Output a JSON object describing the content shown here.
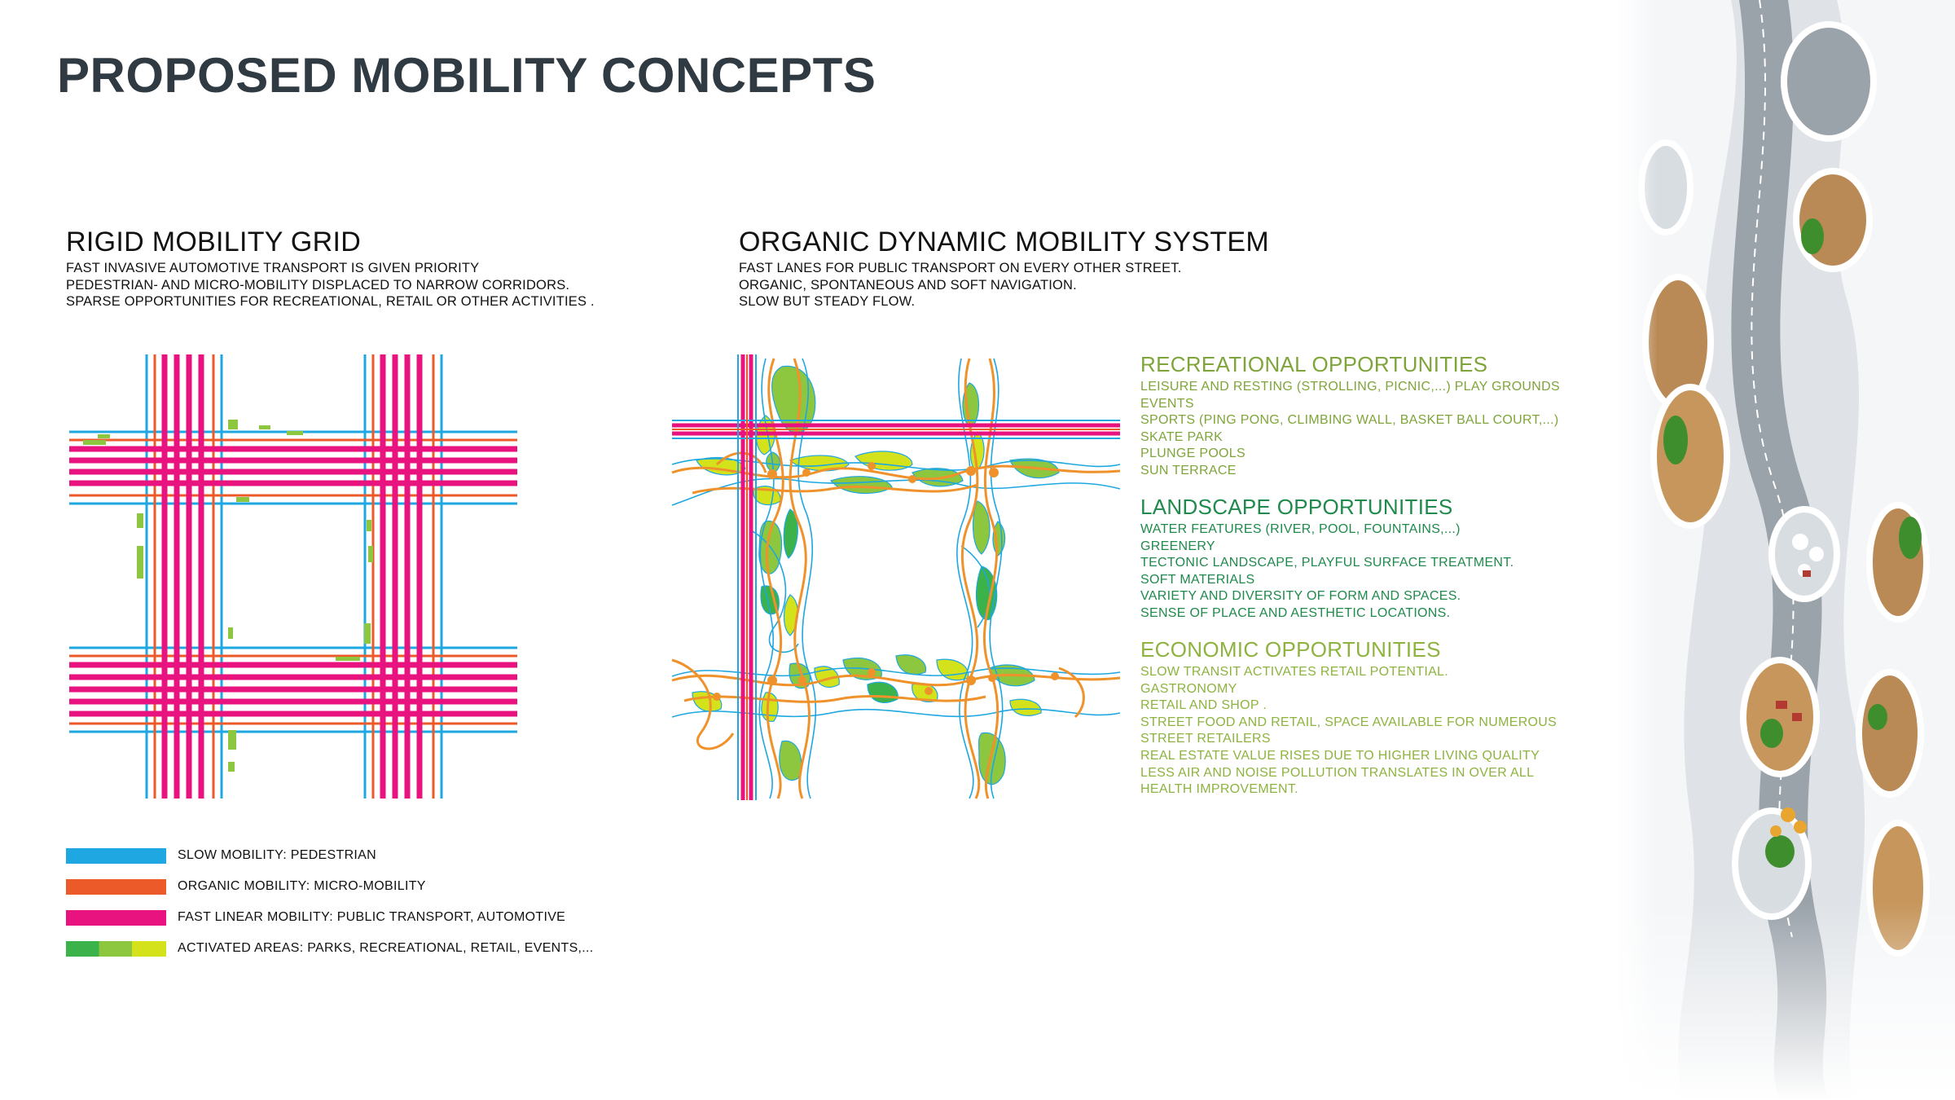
{
  "page": {
    "title": "PROPOSED MOBILITY CONCEPTS"
  },
  "rigid": {
    "title": "RIGID MOBILITY GRID",
    "lines": [
      "FAST INVASIVE AUTOMOTIVE TRANSPORT IS GIVEN PRIORITY",
      "PEDESTRIAN- AND MICRO-MOBILITY DISPLACED TO NARROW CORRIDORS.",
      "SPARSE OPPORTUNITIES FOR RECREATIONAL, RETAIL OR OTHER ACTIVITIES ."
    ]
  },
  "organic": {
    "title": "ORGANIC DYNAMIC MOBILITY SYSTEM",
    "lines": [
      "FAST LANES FOR PUBLIC TRANSPORT ON EVERY OTHER STREET.",
      "ORGANIC, SPONTANEOUS AND SOFT NAVIGATION.",
      "SLOW BUT STEADY FLOW."
    ]
  },
  "opportunities": {
    "recreational": {
      "title": "RECREATIONAL OPPORTUNITIES",
      "lines": [
        "LEISURE AND RESTING (STROLLING, PICNIC,...) PLAY GROUNDS",
        "EVENTS",
        "SPORTS (PING PONG, CLIMBING WALL, BASKET BALL  COURT,...)",
        "SKATE PARK",
        "PLUNGE POOLS",
        "SUN TERRACE"
      ]
    },
    "landscape": {
      "title": "LANDSCAPE OPPORTUNITIES",
      "lines": [
        "WATER FEATURES (RIVER, POOL, FOUNTAINS,...)",
        "GREENERY",
        "TECTONIC LANDSCAPE, PLAYFUL SURFACE TREATMENT.",
        "SOFT MATERIALS",
        "VARIETY AND DIVERSITY OF FORM AND SPACES.",
        "SENSE OF PLACE AND AESTHETIC LOCATIONS."
      ]
    },
    "economic": {
      "title": "ECONOMIC OPPORTUNITIES",
      "lines": [
        "SLOW TRANSIT ACTIVATES RETAIL POTENTIAL.",
        "GASTRONOMY",
        "RETAIL AND SHOP .",
        "STREET FOOD AND RETAIL, SPACE AVAILABLE FOR NUMEROUS",
        "STREET RETAILERS",
        "REAL ESTATE VALUE RISES DUE TO HIGHER LIVING QUALITY",
        "LESS AIR AND NOISE POLLUTION TRANSLATES IN OVER ALL",
        "HEALTH IMPROVEMENT."
      ]
    }
  },
  "legend": {
    "items": [
      {
        "label": "SLOW MOBILITY: PEDESTRIAN",
        "color": "#1ea7e1"
      },
      {
        "label": "ORGANIC MOBILITY: MICRO-MOBILITY",
        "color": "#ec5a2a"
      },
      {
        "label": "FAST LINEAR MOBILITY: PUBLIC TRANSPORT, AUTOMOTIVE",
        "color": "#e8137f"
      },
      {
        "label": "ACTIVATED AREAS: PARKS, RECREATIONAL, RETAIL, EVENTS,...",
        "colors": [
          "#3cb34a",
          "#8dc63f",
          "#d4e21b"
        ]
      }
    ]
  },
  "colors": {
    "pedestrian": "#1ea7e1",
    "micro": "#ec5a2a",
    "organic_line": "#f0922b",
    "fast": "#e8137f",
    "green_dark": "#3cb34a",
    "green_mid": "#8dc63f",
    "green_light": "#d4e21b",
    "title": "#2f3a42",
    "recreational": "#7fa53a",
    "landscape": "#1f8a4c",
    "economic": "#8eb33f"
  }
}
